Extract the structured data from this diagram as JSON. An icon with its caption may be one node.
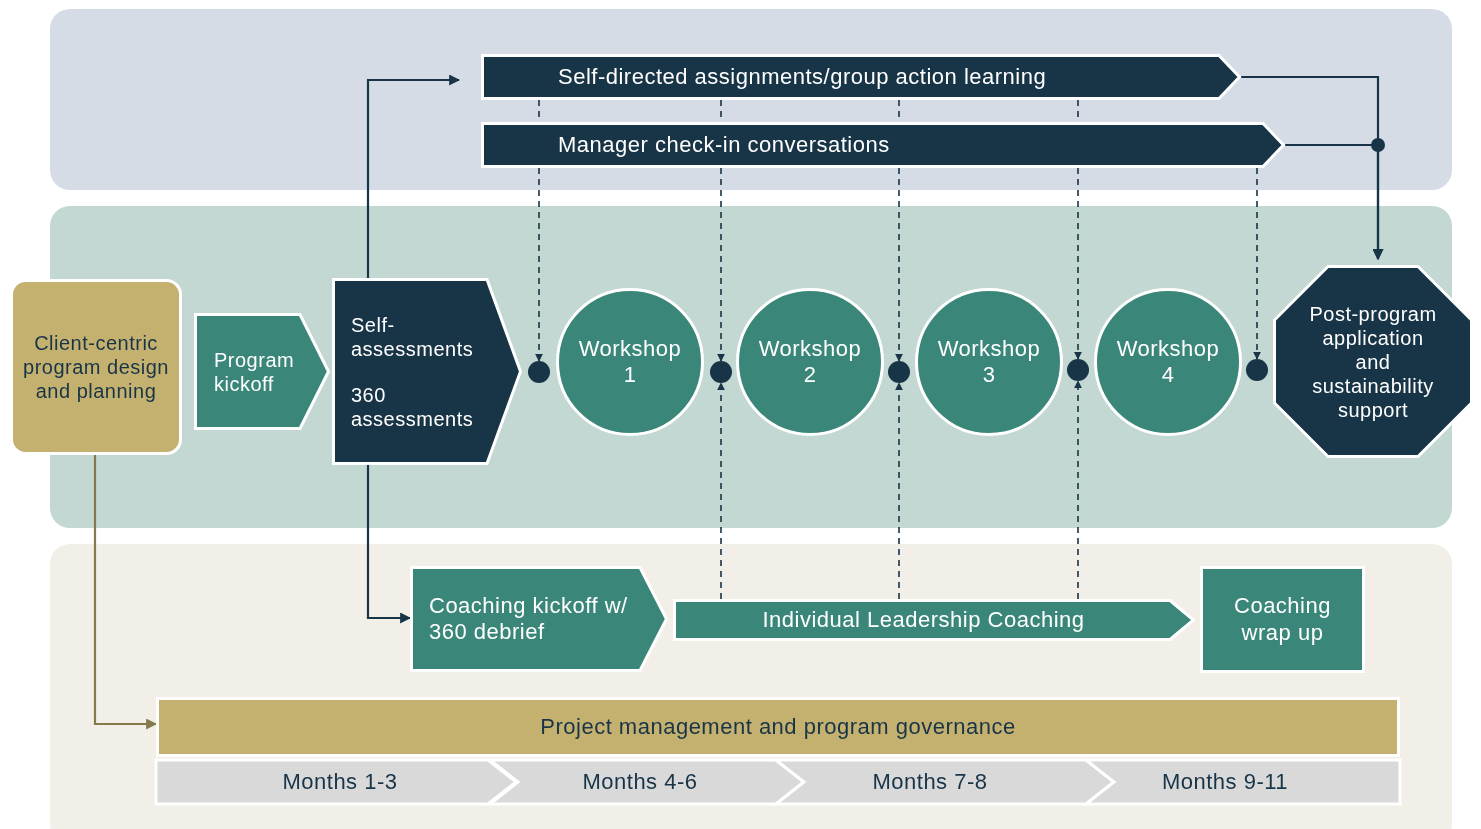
{
  "diagram": {
    "nodes": [
      {
        "text": [
          "Client-centric program design and planning"
        ]
      },
      {
        "text": [
          "Program kickoff"
        ]
      },
      {
        "text": [
          "Self-assessments",
          "360 assessments"
        ]
      },
      {
        "text": [
          "Self-directed assignments/group action learning"
        ]
      },
      {
        "text": [
          "Manager check-in conversations"
        ]
      },
      {
        "text": [],
        "shape": "circle"
      },
      {
        "text": [
          "Workshop 1"
        ]
      },
      {
        "text": [],
        "shape": "circle"
      },
      {
        "text": [
          "Workshop 2"
        ]
      },
      {
        "text": [],
        "shape": "circle"
      },
      {
        "text": [
          "Workshop 3"
        ]
      },
      {
        "text": [],
        "shape": "circle"
      },
      {
        "text": [
          "Workshop 4"
        ]
      },
      {
        "text": [],
        "shape": "circle"
      },
      {
        "text": [
          "Post-program application and sustainability support"
        ]
      },
      {
        "text": [
          "Coaching kickoff w/ 360 debrief"
        ]
      },
      {
        "text": [
          "Individual Leadership Coaching"
        ]
      },
      {
        "text": [
          "Coaching wrap up"
        ]
      },
      {
        "text": [
          "Project management and program governance"
        ]
      },
      {
        "text": [
          "Months 1-3"
        ]
      },
      {
        "text": [
          "Months 4-6"
        ]
      },
      {
        "text": [
          "Months 7-8"
        ]
      },
      {
        "text": [
          "Months 9-11"
        ]
      }
    ],
    "edges": [
      {
        "from": 2,
        "to": 3,
        "arrow": "to"
      },
      {
        "from": 2,
        "to": 15,
        "arrow": "to"
      },
      {
        "from": 0,
        "to": 18,
        "arrow": "to",
        "color": "#857a4c"
      },
      {
        "from": 3,
        "to": 14,
        "arrow": "to"
      },
      {
        "from": 4,
        "to": 14,
        "arrow": "to"
      },
      {
        "from": 3,
        "to": 4,
        "arrow": "none",
        "style": "dashed"
      },
      {
        "from": 3,
        "to": 4,
        "arrow": "none",
        "style": "dashed"
      },
      {
        "from": 3,
        "to": 4,
        "arrow": "none",
        "style": "dashed"
      },
      {
        "from": 3,
        "to": 4,
        "arrow": "none",
        "style": "dashed"
      },
      {
        "from": 4,
        "to": 5,
        "arrow": "to",
        "style": "dashed"
      },
      {
        "from": 4,
        "to": 7,
        "arrow": "to",
        "style": "dashed"
      },
      {
        "from": 4,
        "to": 9,
        "arrow": "to",
        "style": "dashed"
      },
      {
        "from": 4,
        "to": 11,
        "arrow": "to",
        "style": "dashed"
      },
      {
        "from": 4,
        "to": 13,
        "arrow": "to",
        "style": "dashed"
      },
      {
        "from": 16,
        "to": 7,
        "arrow": "to",
        "style": "dashed"
      },
      {
        "from": 16,
        "to": 9,
        "arrow": "to",
        "style": "dashed"
      },
      {
        "from": 16,
        "to": 11,
        "arrow": "to",
        "style": "dashed"
      }
    ]
  }
}
